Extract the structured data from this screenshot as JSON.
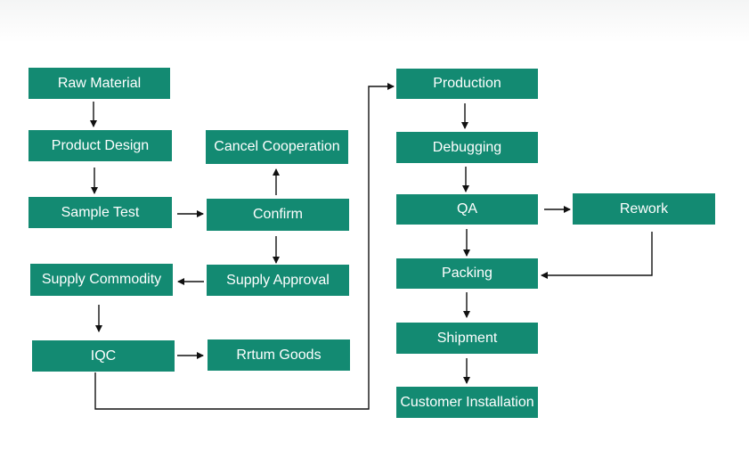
{
  "diagram": {
    "type": "flowchart",
    "colors": {
      "node_fill": "#138a72",
      "node_text": "#ffffff",
      "connector": "#111111"
    },
    "nodes": {
      "raw_material": "Raw Material",
      "product_design": "Product Design",
      "sample_test": "Sample Test",
      "cancel_cooperation": "Cancel Cooperation",
      "confirm": "Confirm",
      "supply_approval": "Supply Approval",
      "supply_commodity": "Supply Commodity",
      "iqc": "IQC",
      "return_goods": "Rrtum Goods",
      "production": "Production",
      "debugging": "Debugging",
      "qa": "QA",
      "rework": "Rework",
      "packing": "Packing",
      "shipment": "Shipment",
      "customer_installation": "Customer Installation"
    },
    "edges": [
      [
        "raw_material",
        "product_design"
      ],
      [
        "product_design",
        "sample_test"
      ],
      [
        "sample_test",
        "confirm"
      ],
      [
        "confirm",
        "cancel_cooperation"
      ],
      [
        "confirm",
        "supply_approval"
      ],
      [
        "supply_approval",
        "supply_commodity"
      ],
      [
        "supply_commodity",
        "iqc"
      ],
      [
        "iqc",
        "return_goods"
      ],
      [
        "iqc",
        "production"
      ],
      [
        "production",
        "debugging"
      ],
      [
        "debugging",
        "qa"
      ],
      [
        "qa",
        "rework"
      ],
      [
        "qa",
        "packing"
      ],
      [
        "rework",
        "packing"
      ],
      [
        "packing",
        "shipment"
      ],
      [
        "shipment",
        "customer_installation"
      ]
    ]
  }
}
